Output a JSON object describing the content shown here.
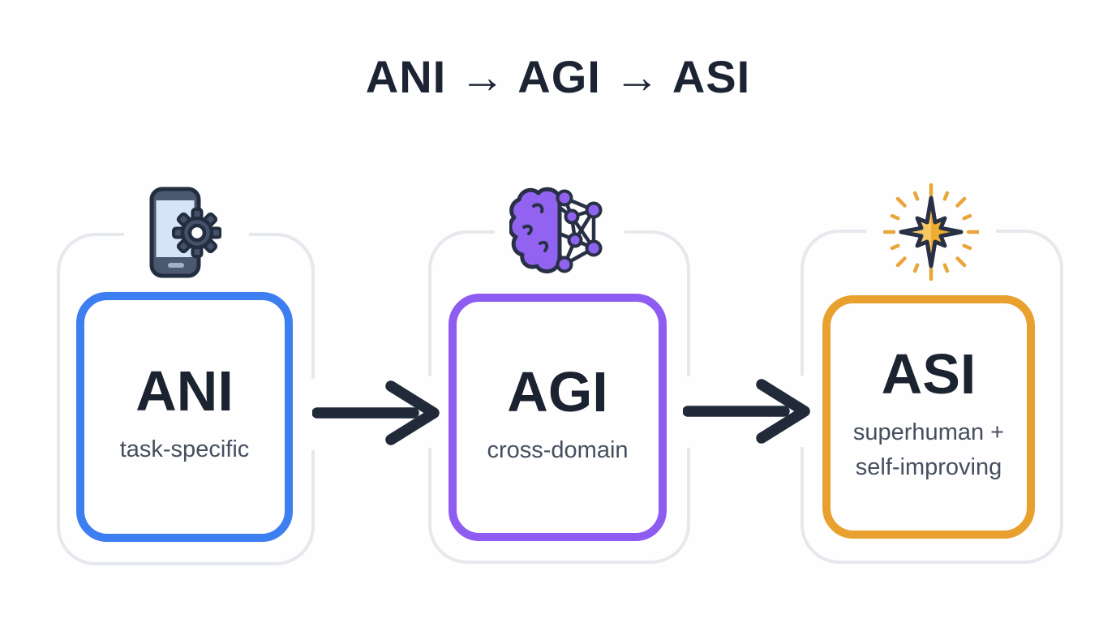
{
  "title": {
    "text": "ANI → AGI → ASI"
  },
  "flow": {
    "connector": "arrow-right",
    "stages": [
      {
        "label": "ANI",
        "description": "task-specific",
        "accent_color": "#3D7EF0",
        "icon": "smartphone-gear-icon"
      },
      {
        "label": "AGI",
        "description": "cross-domain",
        "accent_color": "#8F5CF2",
        "icon": "brain-network-icon"
      },
      {
        "label": "ASI",
        "description": "superhuman + self-improving",
        "accent_color": "#E8A02E",
        "icon": "starburst-icon"
      }
    ]
  },
  "colors": {
    "background": "#FEFEFE",
    "title_text": "#1C2434",
    "stage_label_text": "#1B2331",
    "stage_description_text": "#454F5E",
    "outer_frame_border": "#E5E8ED",
    "arrow": "#212A39",
    "icon_outline": "#232D40",
    "phone_body": "#4C5870",
    "phone_screen": "#D6E4F8",
    "gear_fill": "#45516B",
    "brain_purple": "#9163F0",
    "network_node_purple": "#8F63EE",
    "star_gold": "#EFAC2F",
    "star_gold_light": "#F6C963",
    "star_rays": "#E9A63B"
  }
}
